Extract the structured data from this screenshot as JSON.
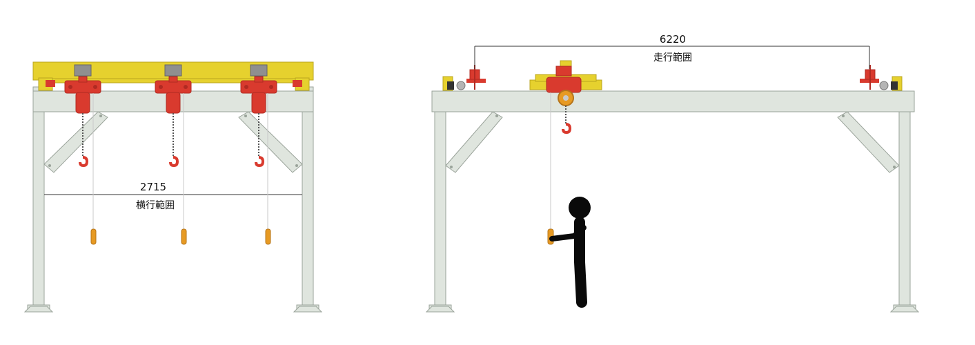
{
  "front_view": {
    "span_value": "2715",
    "span_label": "横行範囲"
  },
  "side_view": {
    "span_value": "6220",
    "span_label": "走行範囲"
  },
  "colors": {
    "frame": "#dfe5de",
    "frame_stroke": "#9aa39a",
    "girder": "#e6d12e",
    "hoist": "#d93a2e",
    "hoist_dark": "#b02a22",
    "pendant": "#e79a23",
    "motor": "#8f8f8f",
    "person": "#0a0a0a",
    "dimension_line": "#333333"
  },
  "icons": {
    "hoist": "electric-chain-hoist-icon",
    "hook": "hook-icon",
    "pendant": "pendant-switch-icon",
    "person": "person-silhouette-icon"
  }
}
